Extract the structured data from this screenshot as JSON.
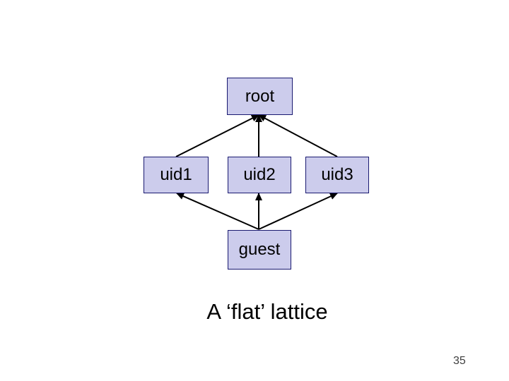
{
  "slide": {
    "caption": "A ‘flat’ lattice",
    "page_number": "35"
  },
  "colors": {
    "slide-bg": "#ffffff",
    "box-fill": "#ccccec",
    "box-border": "#191970",
    "arrow-color": "#000000"
  },
  "diagram": {
    "type": "lattice",
    "nodes": [
      {
        "id": "root",
        "label": "root"
      },
      {
        "id": "uid1",
        "label": "uid1"
      },
      {
        "id": "uid2",
        "label": "uid2"
      },
      {
        "id": "uid3",
        "label": "uid3"
      },
      {
        "id": "guest",
        "label": "guest"
      }
    ],
    "edges": [
      {
        "from": "uid1",
        "to": "root"
      },
      {
        "from": "uid2",
        "to": "root"
      },
      {
        "from": "uid3",
        "to": "root"
      },
      {
        "from": "guest",
        "to": "uid1"
      },
      {
        "from": "guest",
        "to": "uid2"
      },
      {
        "from": "guest",
        "to": "uid3"
      }
    ]
  }
}
